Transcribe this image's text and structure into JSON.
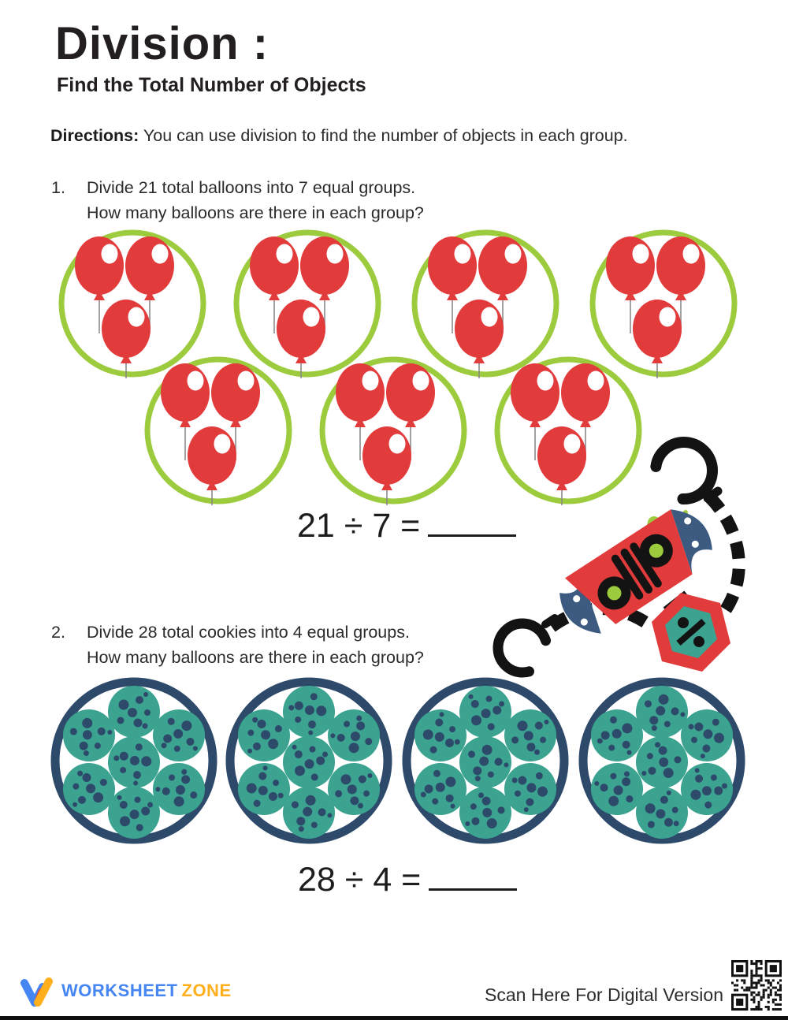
{
  "page": {
    "title": "Division :",
    "subtitle": "Find the Total Number of Objects",
    "directions_label": "Directions:",
    "directions_text": "You can use division to find the number of objects in each group."
  },
  "problems": [
    {
      "number": "1.",
      "line1": "Divide 21 total balloons into 7 equal groups.",
      "line2": "How many balloons are there in each group?",
      "equation": "21 ÷ 7 =",
      "groups": 7,
      "items_per_group": 3,
      "item": "balloon"
    },
    {
      "number": "2.",
      "line1": "Divide 28 total cookies into 4 equal groups.",
      "line2": "How many balloons are there in each group?",
      "equation": "28 ÷ 4 =",
      "groups": 4,
      "items_per_group": 7,
      "item": "cookie"
    }
  ],
  "footer": {
    "brand_worksheet": "WORKSHEET",
    "brand_zone": "ZONE",
    "scan_text": "Scan Here For Digital Version"
  },
  "colors": {
    "balloon_red": "#e23b3c",
    "group_green": "#9ccb3e",
    "cookie_teal": "#3ba390",
    "group_navy": "#2e4a6b",
    "robot_black": "#131313",
    "robot_navy": "#3d5a80",
    "brand_blue": "#4586f3",
    "brand_yellow": "#ffaf1c",
    "brand_red": "#e94335"
  }
}
